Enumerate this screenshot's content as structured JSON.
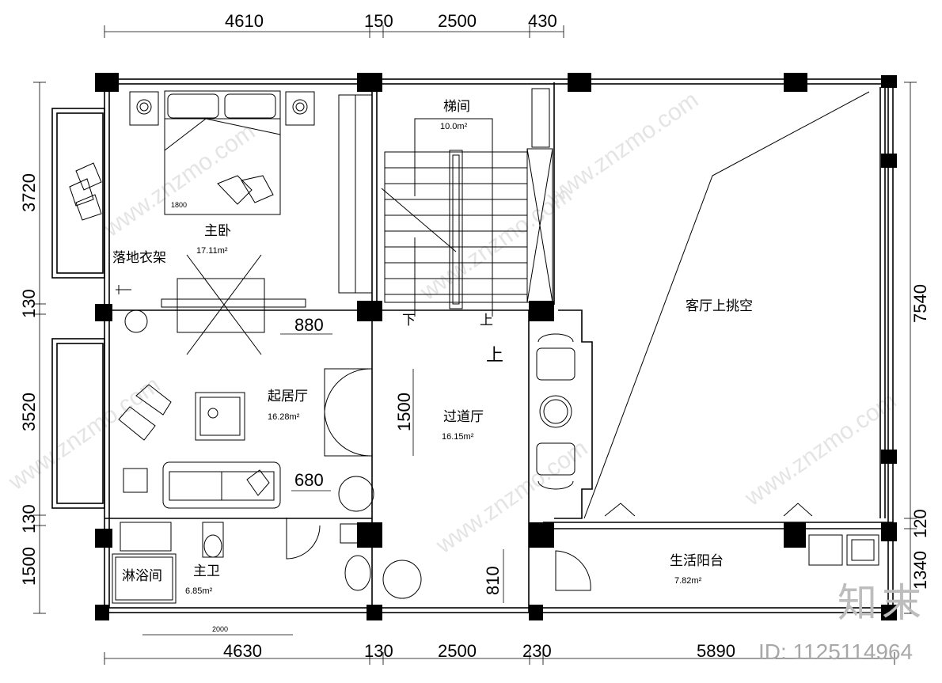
{
  "dims_top": [
    "4610",
    "150",
    "2500",
    "430"
  ],
  "dims_bottom": [
    "4630",
    "130",
    "2500",
    "230",
    "5890"
  ],
  "dims_left": [
    "3720",
    "130",
    "3520",
    "130",
    "1500"
  ],
  "dims_right": [
    "7540",
    "120",
    "1340"
  ],
  "dims_inner": {
    "d880": "880",
    "d1500": "1500",
    "d680": "680",
    "d810": "810",
    "d2000": "2000",
    "d1800": "1800"
  },
  "rooms": {
    "master_bedroom": {
      "name": "主卧",
      "area": "17.11m²"
    },
    "stair": {
      "name": "梯间",
      "area": "10.0m²"
    },
    "living_void": {
      "name": "客厅上挑空"
    },
    "sitting_room": {
      "name": "起居厅",
      "area": "16.28m²"
    },
    "corridor_hall": {
      "name": "过道厅",
      "area": "16.15m²"
    },
    "master_bath": {
      "name": "主卫",
      "area": "6.85m²"
    },
    "shower": {
      "name": "淋浴间"
    },
    "balcony": {
      "name": "生活阳台",
      "area": "7.82m²"
    },
    "wardrobe": {
      "name": "落地衣架"
    }
  },
  "stair_labels": {
    "down": "下",
    "up": "上",
    "up_big": "上"
  },
  "watermark": {
    "text": "www.znzmo.com",
    "brand": "知末",
    "id": "ID: 1125114964"
  }
}
